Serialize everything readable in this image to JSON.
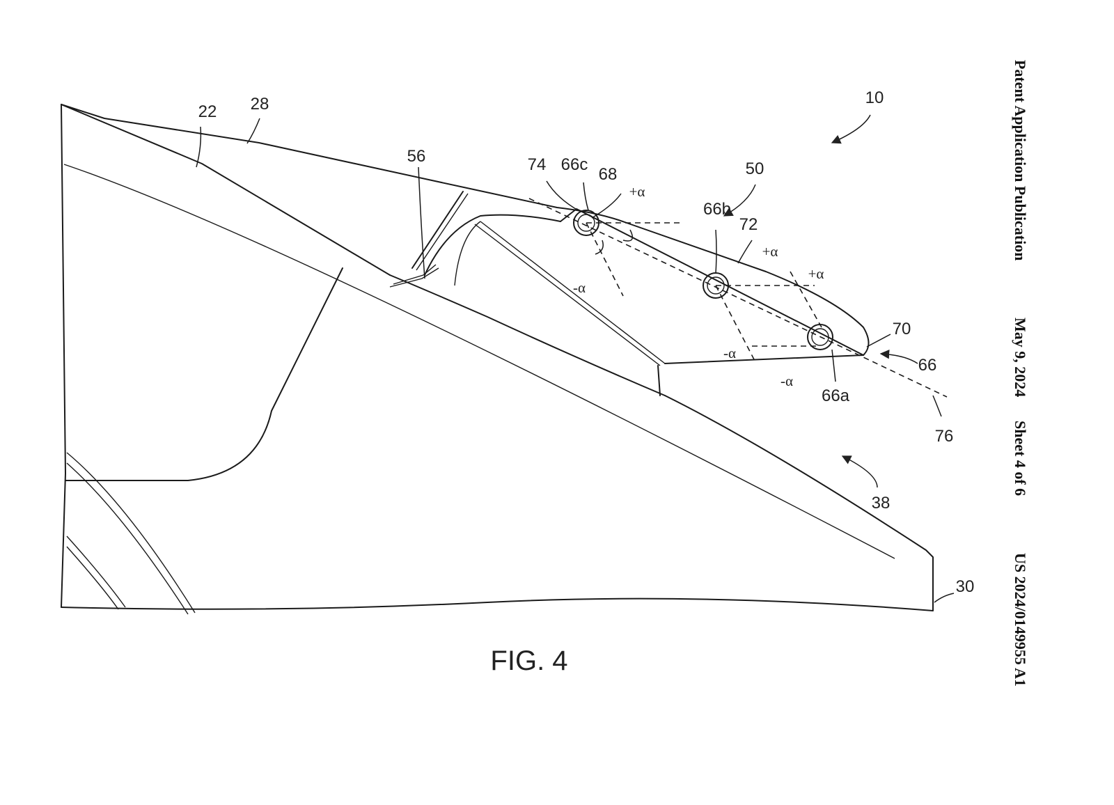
{
  "header": {
    "publication_type": "Patent Application Publication",
    "date": "May 9, 2024",
    "sheet": "Sheet 4 of 6",
    "publication_number": "US 2024/0149955 A1"
  },
  "figure": {
    "caption": "FIG. 4",
    "reference_numerals": {
      "r10": "10",
      "r22": "22",
      "r28": "28",
      "r30": "30",
      "r38": "38",
      "r50": "50",
      "r56": "56",
      "r66": "66",
      "r66a": "66a",
      "r66b": "66b",
      "r66c": "66c",
      "r68": "68",
      "r70": "70",
      "r72": "72",
      "r74": "74",
      "r76": "76"
    },
    "angle_labels": {
      "plus_alpha": "+α",
      "minus_alpha": "-α"
    }
  }
}
